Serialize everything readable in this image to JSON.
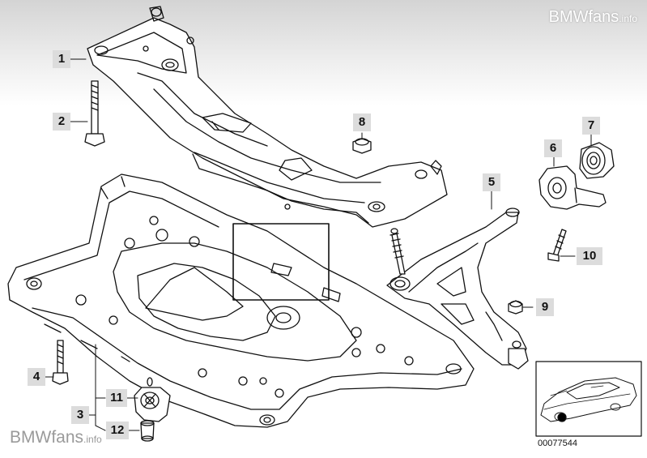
{
  "watermark_top": {
    "brand": "BMWfans",
    "suffix": ".info"
  },
  "watermark_bottom": {
    "brand": "BMWfans",
    "suffix": ".info"
  },
  "catalog_number": "00077544",
  "callouts": {
    "c1": "1",
    "c2": "2",
    "c3": "3",
    "c4": "4",
    "c5": "5",
    "c6": "6",
    "c7": "7",
    "c8": "8",
    "c9": "9",
    "c10": "10",
    "c11": "11",
    "c12": "12"
  }
}
